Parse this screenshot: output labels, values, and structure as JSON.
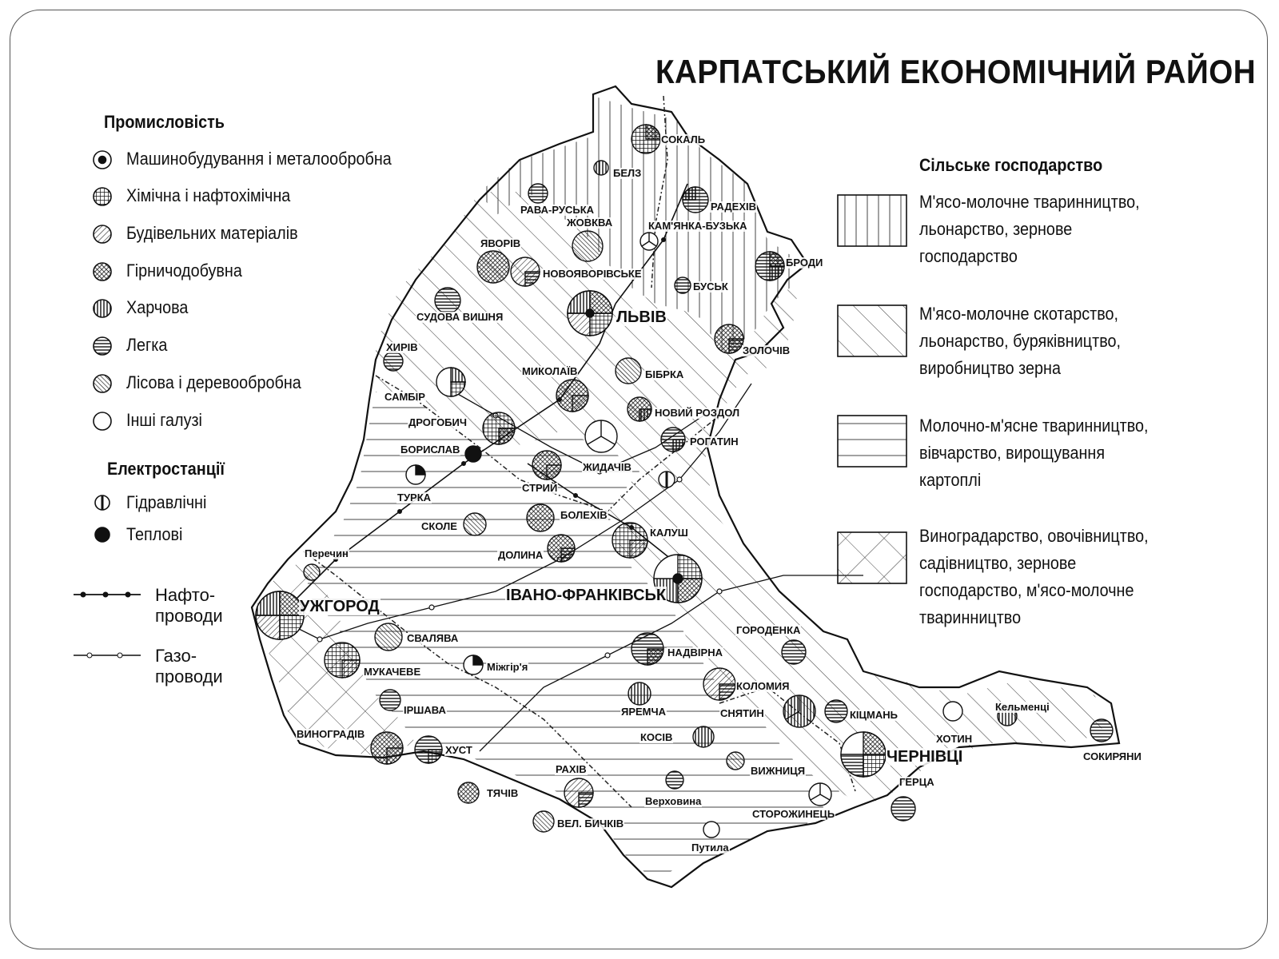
{
  "title": "КАРПАТСЬКИЙ ЕКОНОМІЧНИЙ РАЙОН",
  "industry_legend": {
    "heading": "Промисловість",
    "items": [
      {
        "label": "Машинобудування і металообробна",
        "pattern": "dot"
      },
      {
        "label": "Хімічна і нафтохімічна",
        "pattern": "grid"
      },
      {
        "label": "Будівельних матеріалів",
        "pattern": "diag"
      },
      {
        "label": "Гірничодобувна",
        "pattern": "crossdiag"
      },
      {
        "label": "Харчова",
        "pattern": "vert"
      },
      {
        "label": "Легка",
        "pattern": "horiz"
      },
      {
        "label": "Лісова і деревообробна",
        "pattern": "diag2"
      },
      {
        "label": "Інші галузі",
        "pattern": "none"
      }
    ]
  },
  "power_legend": {
    "heading": "Електростанції",
    "items": [
      {
        "label": "Гідравлічні",
        "icon": "hydro-icon"
      },
      {
        "label": "Теплові",
        "icon": "thermal-icon"
      }
    ]
  },
  "pipelines": {
    "oil": "Нафто-\nпроводи",
    "gas": "Газо-\nпроводи"
  },
  "agriculture_legend": {
    "heading": "Сільське господарство",
    "items": [
      {
        "label": "М'ясо-молочне тваринництво, льонарство, зернове господарство",
        "pattern": "vert"
      },
      {
        "label": "М'ясо-молочне скотарство, льонарство, буряківництво, виробництво зерна",
        "pattern": "diag"
      },
      {
        "label": "Молочно-м'ясне тваринництво, вівчарство, вирощування картоплі",
        "pattern": "horiz"
      },
      {
        "label": "Виноградарство, овочівництво, садівництво, зернове господарство, м'ясо-молочне тваринництво",
        "pattern": "cross"
      }
    ]
  },
  "cities": [
    {
      "name": "СОКАЛЬ"
    },
    {
      "name": "БЕЛЗ"
    },
    {
      "name": "РАДЕХІВ"
    },
    {
      "name": "РАВА-РУСЬКА"
    },
    {
      "name": "ЖОВКВА"
    },
    {
      "name": "КАМ'ЯНКА-БУЗЬКА"
    },
    {
      "name": "ЯВОРІВ"
    },
    {
      "name": "НОВОЯВОРІВСЬКЕ"
    },
    {
      "name": "БРОДИ"
    },
    {
      "name": "БУСЬК"
    },
    {
      "name": "СУДОВА ВИШНЯ"
    },
    {
      "name": "ЛЬВІВ",
      "big": true
    },
    {
      "name": "ХИРІВ"
    },
    {
      "name": "ЗОЛОЧІВ"
    },
    {
      "name": "МИКОЛАЇВ"
    },
    {
      "name": "БІБРКА"
    },
    {
      "name": "САМБІР"
    },
    {
      "name": "ДРОГОБИЧ"
    },
    {
      "name": "НОВИЙ РОЗДОЛ"
    },
    {
      "name": "БОРИСЛАВ"
    },
    {
      "name": "РОГАТИН"
    },
    {
      "name": "ЖИДАЧІВ"
    },
    {
      "name": "ТУРКА"
    },
    {
      "name": "СТРИЙ"
    },
    {
      "name": "СКОЛЕ"
    },
    {
      "name": "БОЛЕХІВ"
    },
    {
      "name": "КАЛУШ"
    },
    {
      "name": "ДОЛИНА"
    },
    {
      "name": "Перечин"
    },
    {
      "name": "ІВАНО-ФРАНКІВСЬК",
      "big": true
    },
    {
      "name": "УЖГОРОД",
      "big": true
    },
    {
      "name": "СВАЛЯВА"
    },
    {
      "name": "ГОРОДЕНКА"
    },
    {
      "name": "НАДВІРНА"
    },
    {
      "name": "МУКАЧЕВЕ"
    },
    {
      "name": "Міжгір'я"
    },
    {
      "name": "КОЛОМИЯ"
    },
    {
      "name": "ІРШАВА"
    },
    {
      "name": "ЯРЕМЧА"
    },
    {
      "name": "СНЯТИН"
    },
    {
      "name": "КІЦМАНЬ"
    },
    {
      "name": "ХОТИН"
    },
    {
      "name": "Кельменці"
    },
    {
      "name": "ВИНОГРАДІВ"
    },
    {
      "name": "ХУСТ"
    },
    {
      "name": "КОСІВ"
    },
    {
      "name": "ЧЕРНІВЦІ",
      "big": true
    },
    {
      "name": "СОКИРЯНИ"
    },
    {
      "name": "РАХІВ"
    },
    {
      "name": "ВИЖНИЦЯ"
    },
    {
      "name": "ТЯЧІВ"
    },
    {
      "name": "Верховина"
    },
    {
      "name": "СТОРОЖИНЕЦЬ"
    },
    {
      "name": "ГЕРЦА"
    },
    {
      "name": "ВЕЛ. БИЧКІВ"
    },
    {
      "name": "Путила"
    }
  ]
}
